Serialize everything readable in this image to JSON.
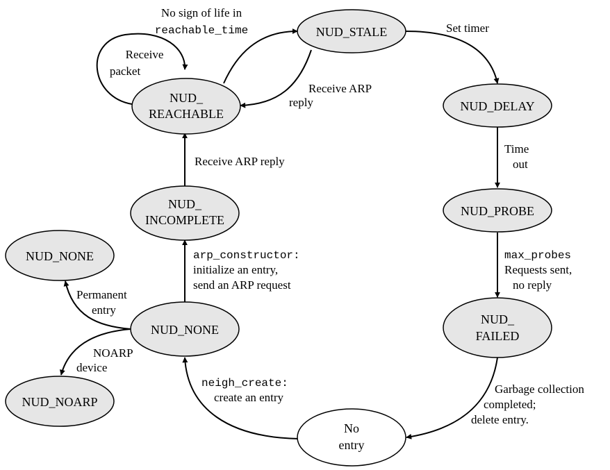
{
  "states": {
    "stale": "NUD_STALE",
    "reachable": [
      "NUD_",
      "REACHABLE"
    ],
    "delay": "NUD_DELAY",
    "probe": "NUD_PROBE",
    "failed": [
      "NUD_",
      "FAILED"
    ],
    "incomplete": [
      "NUD_",
      "INCOMPLETE"
    ],
    "none_left": "NUD_NONE",
    "none_center": "NUD_NONE",
    "noarp": "NUD_NOARP",
    "no_entry": [
      "No",
      "entry"
    ]
  },
  "transitions": {
    "no_sign": [
      "No sign of life in",
      "reachable_time"
    ],
    "receive_packet": [
      "Receive",
      "packet"
    ],
    "receive_arp_reply_stale": [
      "Receive ARP",
      "reply"
    ],
    "set_timer": "Set timer",
    "time_out": [
      "Time",
      "out"
    ],
    "max_probes": [
      "max_probes",
      "Requests sent,",
      "no reply"
    ],
    "garbage": [
      "Garbage collection",
      "completed;",
      "delete entry."
    ],
    "neigh_create": [
      "neigh_create:",
      "create an entry"
    ],
    "arp_constructor": [
      "arp_constructor:",
      "initialize an entry,",
      "send an ARP request"
    ],
    "receive_arp_reply": "Receive ARP reply",
    "permanent": [
      "Permanent",
      "entry"
    ],
    "noarp_device": [
      "NOARP",
      "device"
    ]
  }
}
